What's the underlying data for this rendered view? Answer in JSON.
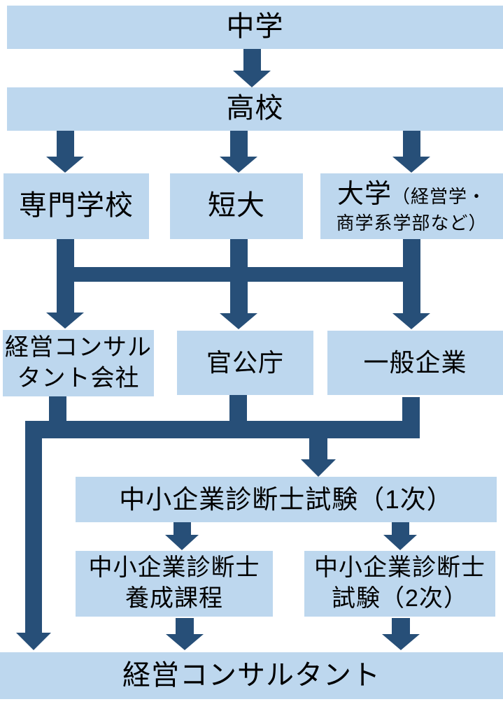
{
  "diagram": {
    "colors": {
      "background": "#FFFFFF",
      "box_fill": "#BDD7EE",
      "arrow": "#274F78",
      "text": "#000000"
    },
    "nodes": {
      "junior_high": {
        "label": "中学"
      },
      "high_school": {
        "label": "高校"
      },
      "vocational_school": {
        "label": "専門学校"
      },
      "junior_college": {
        "label": "短大"
      },
      "university": {
        "label_main": "大学",
        "label_paren_line1": "（経営学・",
        "label_paren_line2": "商学系学部など）"
      },
      "consulting_company": {
        "line1": "経営コンサル",
        "line2": "タント会社"
      },
      "government_office": {
        "label": "官公庁"
      },
      "general_company": {
        "label": "一般企業"
      },
      "exam_first_stage": {
        "label": "中小企業診断士試験（1次）"
      },
      "training_course": {
        "line1": "中小企業診断士",
        "line2": "養成課程"
      },
      "exam_second_stage": {
        "line1": "中小企業診断士",
        "line2": "試験（2次）"
      },
      "management_consultant": {
        "label": "経営コンサルタント"
      }
    }
  }
}
